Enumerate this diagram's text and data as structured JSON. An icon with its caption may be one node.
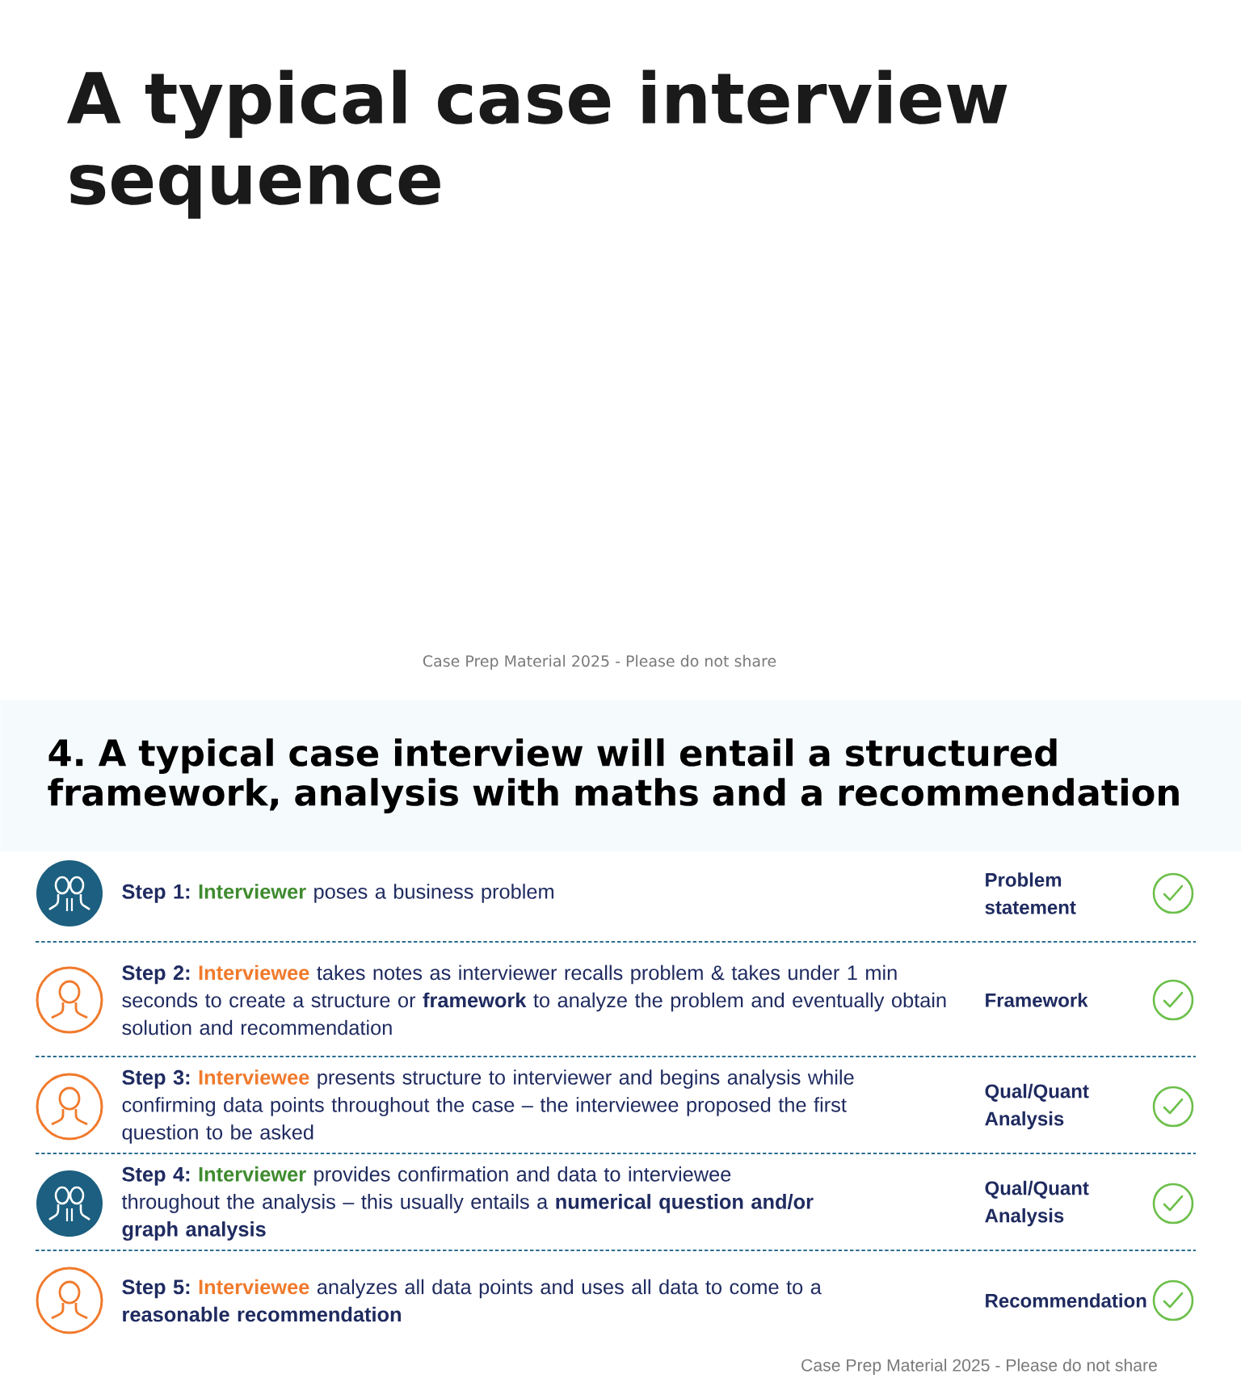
{
  "diagram": {
    "title": "A typical case interview sequence",
    "nodes": [
      {
        "text": [
          "4. A typical case interview will entail a structured framework, analysis with maths and a recommendation"
        ]
      }
    ],
    "labels": [
      "Case Prep Material 2025 - Please do not share",
      "**Step 1:** **Interviewer** poses a business problem",
      "Problem statement",
      "**Step 2:** **Interviewee** takes notes as interviewer recalls problem & takes under 1 min seconds to create a structure or **framework** to analyze the problem and eventually obtain solution and recommendation",
      "Framework",
      "**Step 3:** **Interviewee** presents structure to interviewer and begins analysis while confirming data points throughout the case – the interviewee proposed the first question to be asked",
      "Qual/Quant Analysis",
      "**Step 4:** **Interviewer** provides confirmation and data to interviewee throughout the analysis – this usually entails a **numerical question and/or graph analysis**",
      "Qual/Quant Analysis",
      "**Step 5:** **Interviewee** analyzes all data points and uses all data to come to a **reasonable recommendation**",
      "Recommendation",
      "Case Prep Material 2025 - Please do not share"
    ]
  }
}
